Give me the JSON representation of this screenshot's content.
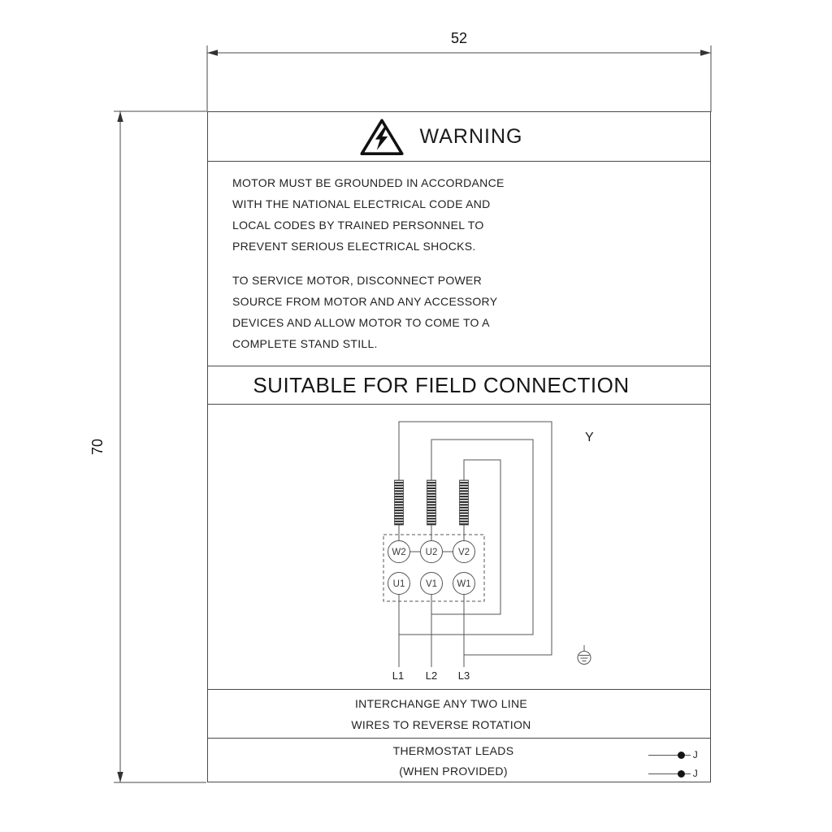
{
  "dimensions": {
    "width_label": "52",
    "height_label": "70"
  },
  "label": {
    "warning": {
      "title": "WARNING"
    },
    "body": {
      "p1": [
        "MOTOR MUST BE GROUNDED IN ACCORDANCE",
        "WITH THE NATIONAL ELECTRICAL CODE AND",
        "LOCAL CODES BY TRAINED PERSONNEL TO",
        "PREVENT SERIOUS ELECTRICAL SHOCKS."
      ],
      "p2": [
        "TO SERVICE MOTOR, DISCONNECT POWER",
        "SOURCE FROM MOTOR AND ANY ACCESSORY",
        "DEVICES AND ALLOW MOTOR TO COME TO A",
        "COMPLETE STAND STILL."
      ]
    },
    "field_connection": {
      "title": "SUITABLE FOR FIELD CONNECTION"
    },
    "diagram": {
      "connection_type": "Y",
      "terminals_top": [
        "W2",
        "U2",
        "V2"
      ],
      "terminals_bottom": [
        "U1",
        "V1",
        "W1"
      ],
      "lines": [
        "L1",
        "L2",
        "L3"
      ]
    },
    "interchange": [
      "INTERCHANGE ANY TWO LINE",
      "WIRES TO REVERSE ROTATION"
    ],
    "thermostat": {
      "lines": [
        "THERMOSTAT LEADS",
        "(WHEN PROVIDED)"
      ],
      "lead_labels": [
        "J",
        "J"
      ]
    }
  },
  "colors": {
    "line": "#4a4a4a",
    "text": "#222222",
    "background": "#ffffff"
  }
}
